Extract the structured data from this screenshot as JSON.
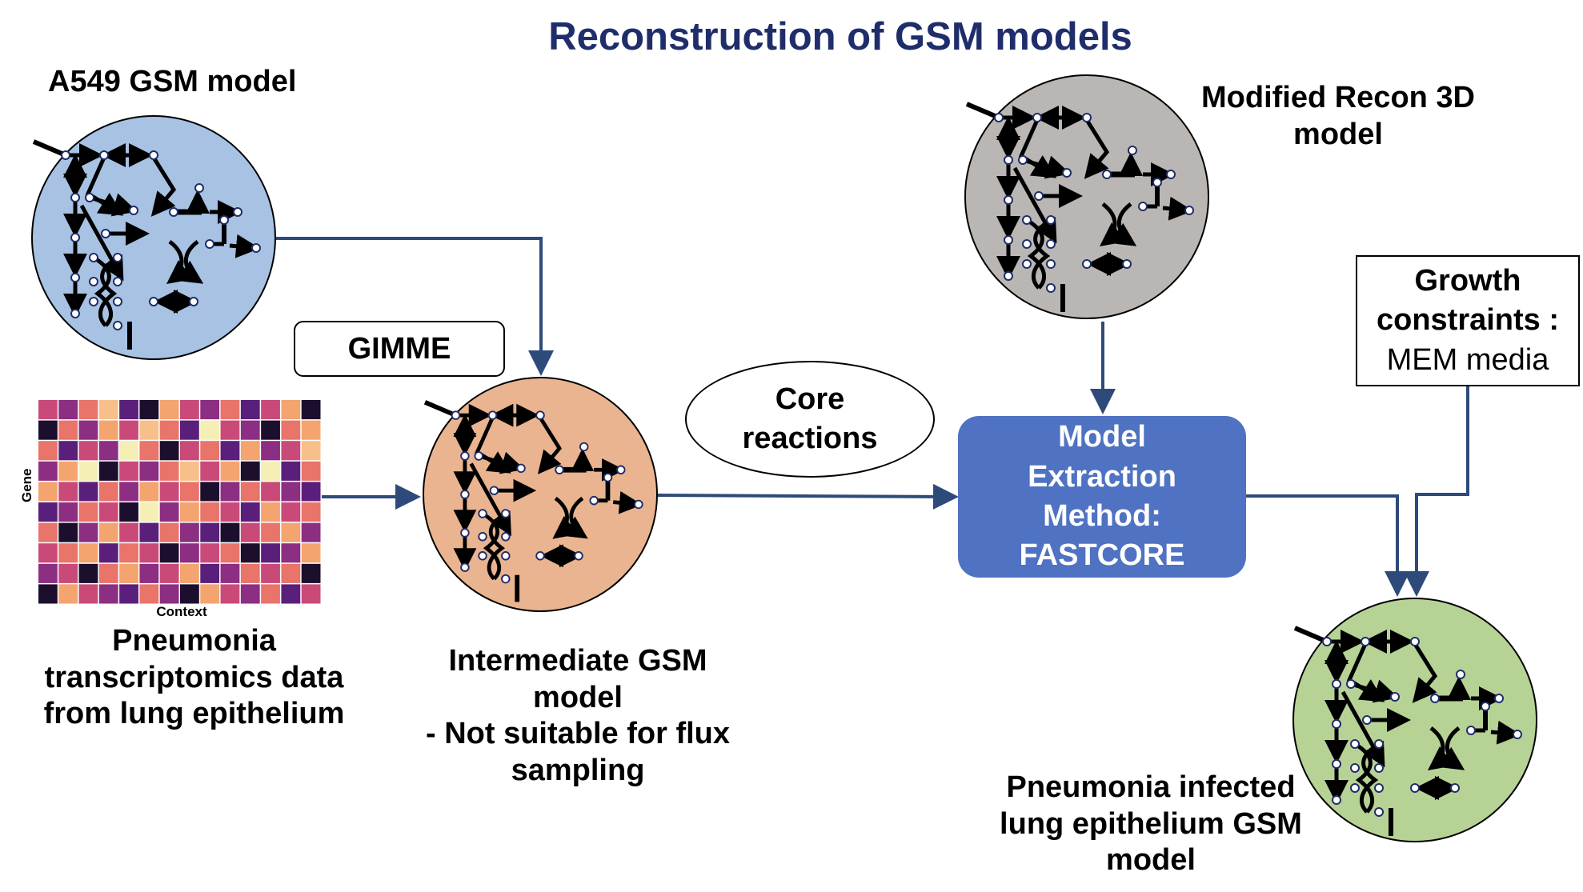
{
  "title": "Reconstruction of GSM models",
  "labels": {
    "a549": "A549 GSM model",
    "recon_line1": "Modified Recon 3D",
    "recon_line2": "model",
    "gimme": "GIMME",
    "heatmap_ylabel": "Gene",
    "heatmap_xlabel": "Context",
    "pneumonia_line1": "Pneumonia",
    "pneumonia_line2": "transcriptomics data",
    "pneumonia_line3": "from lung epithelium",
    "intermediate_line1": "Intermediate GSM",
    "intermediate_line2": "model",
    "intermediate_line3": "- Not suitable for flux",
    "intermediate_line4": "sampling",
    "core_line1": "Core",
    "core_line2": "reactions",
    "fastcore_line1": "Model",
    "fastcore_line2": "Extraction",
    "fastcore_line3": "Method:",
    "fastcore_line4": "FASTCORE",
    "growth_line1": "Growth",
    "growth_line2": "constraints :",
    "growth_line3": "MEM media",
    "final_line1": "Pneumonia infected",
    "final_line2": "lung epithelium GSM",
    "final_line3": "model"
  },
  "colors": {
    "title": "#1f2d6b",
    "arrow": "#2e4a7a",
    "a549_circle": "#a7c2e2",
    "intermediate_circle": "#e9b48f",
    "recon_circle": "#b9b6b3",
    "final_circle": "#b6d295",
    "fastcore_box": "#4f72c2"
  },
  "heatmap_palette": [
    "#f6efb5",
    "#f4a46f",
    "#e8746a",
    "#c94a78",
    "#8c2e82",
    "#5a1f7a",
    "#1c0f2e",
    "#f7c08a"
  ],
  "heatmap": {
    "rows": 10,
    "cols": 14,
    "cells": [
      [
        3,
        4,
        2,
        7,
        5,
        6,
        1,
        3,
        4,
        2,
        5,
        3,
        1,
        6
      ],
      [
        6,
        2,
        4,
        1,
        3,
        7,
        2,
        5,
        0,
        3,
        4,
        6,
        2,
        1
      ],
      [
        2,
        5,
        3,
        4,
        0,
        2,
        6,
        3,
        2,
        5,
        1,
        4,
        3,
        7
      ],
      [
        4,
        1,
        0,
        6,
        3,
        4,
        2,
        7,
        3,
        1,
        6,
        0,
        5,
        2
      ],
      [
        1,
        3,
        5,
        2,
        4,
        1,
        3,
        2,
        6,
        4,
        2,
        3,
        4,
        5
      ],
      [
        5,
        4,
        2,
        3,
        6,
        0,
        4,
        1,
        2,
        3,
        5,
        1,
        3,
        2
      ],
      [
        2,
        6,
        4,
        1,
        3,
        5,
        2,
        4,
        5,
        6,
        3,
        2,
        1,
        4
      ],
      [
        3,
        2,
        1,
        5,
        2,
        3,
        6,
        4,
        3,
        2,
        6,
        5,
        4,
        1
      ],
      [
        4,
        3,
        6,
        2,
        1,
        4,
        3,
        1,
        5,
        4,
        2,
        3,
        2,
        6
      ],
      [
        6,
        1,
        3,
        4,
        5,
        2,
        4,
        6,
        1,
        3,
        4,
        2,
        5,
        3
      ]
    ]
  }
}
